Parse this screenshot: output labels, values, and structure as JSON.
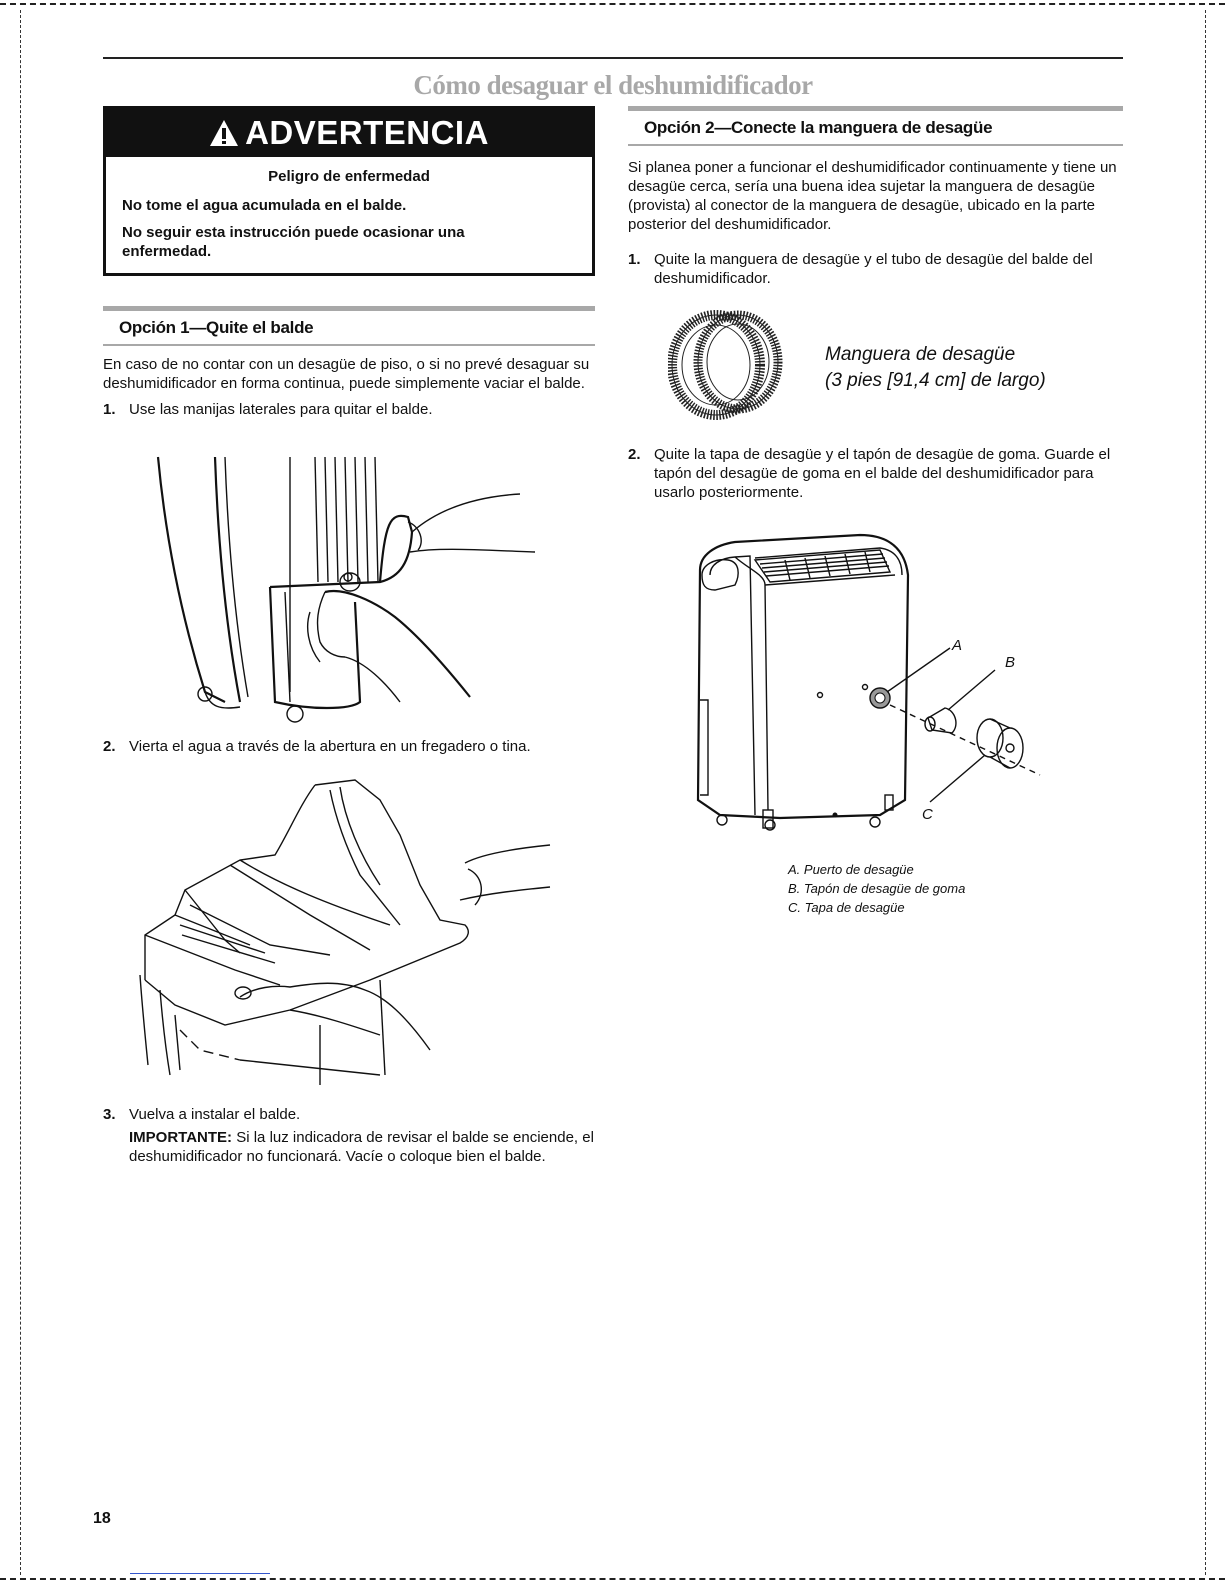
{
  "page": {
    "title": "Cómo desaguar el deshumidificador",
    "page_number": "18"
  },
  "warning": {
    "heading": "ADVERTENCIA",
    "subheading": "Peligro de enfermedad",
    "line1": "No tome el agua acumulada en el balde.",
    "line2": "No seguir esta instrucción puede ocasionar una enfermedad."
  },
  "option1": {
    "heading": "Opción 1—Quite el balde",
    "intro": "En caso de no contar con un desagüe de piso, o si no prevé desaguar su deshumidificador en forma continua, puede simplemente vaciar el balde.",
    "steps": [
      {
        "num": "1.",
        "text": "Use las manijas laterales para quitar el balde."
      },
      {
        "num": "2.",
        "text": "Vierta el agua a través de la abertura en un fregadero o tina."
      },
      {
        "num": "3.",
        "text": "Vuelva a instalar el balde."
      }
    ],
    "important_label": "IMPORTANTE:",
    "important_text": "Si la luz indicadora de revisar el balde se enciende, el deshumidificador no funcionará. Vacíe o coloque bien el balde."
  },
  "option2": {
    "heading": "Opción 2—Conecte la manguera de desagüe",
    "intro": "Si planea poner a funcionar el deshumidificador continuamente y tiene un desagüe cerca, sería una buena idea sujetar la manguera de desagüe (provista) al conector de la manguera de desagüe, ubicado en la parte posterior del deshumidificador.",
    "steps": [
      {
        "num": "1.",
        "text": "Quite la manguera de desagüe y el tubo de desagüe del balde del deshumidificador."
      },
      {
        "num": "2.",
        "text": "Quite la tapa de desagüe y el tapón de desagüe de goma. Guarde el tapón del desagüe de goma en el balde del deshumidificador para usarlo posteriormente."
      }
    ],
    "hose_label_line1": "Manguera de desagüe",
    "hose_label_line2": "(3 pies [91,4 cm] de largo)",
    "callouts": {
      "a": "A",
      "b": "B",
      "c": "C"
    },
    "legend": [
      "A. Puerto de desagüe",
      "B. Tapón de desagüe de goma",
      "C. Tapa de desagüe"
    ]
  }
}
